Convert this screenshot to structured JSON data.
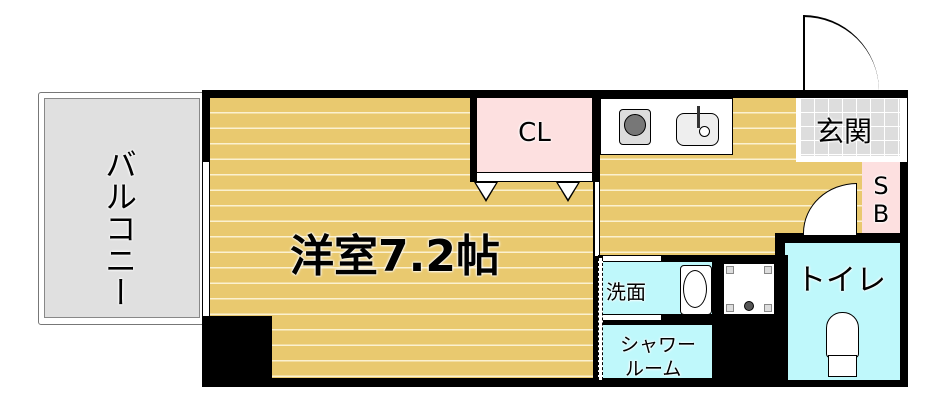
{
  "rooms": {
    "balcony": "バルコニー",
    "western_room": "洋室7.2帖",
    "closet": "CL",
    "entrance": "玄関",
    "shoe_box_top": "S",
    "shoe_box_bottom": "B",
    "toilet": "トイレ",
    "washroom": "洗面",
    "shower_line1": "シャワー",
    "shower_line2": "ルーム"
  },
  "colors": {
    "floor": "#e9c96f",
    "wet_area": "#bff8fb",
    "storage": "#fde0e0",
    "balcony": "#e0e0e0"
  }
}
